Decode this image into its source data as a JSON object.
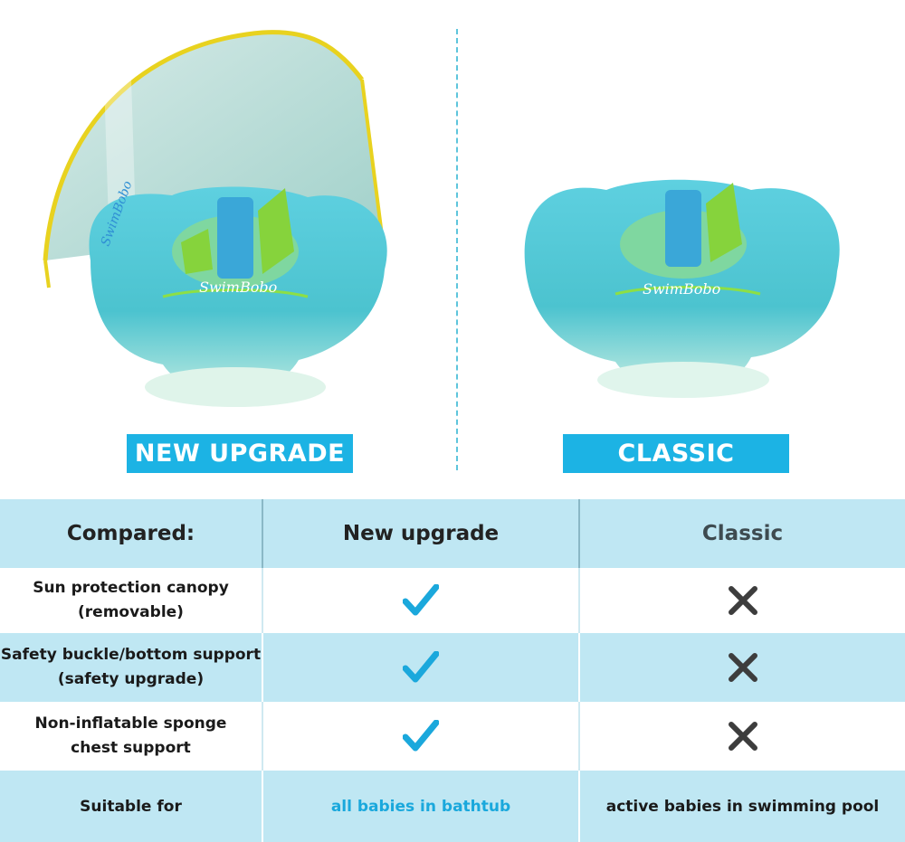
{
  "labels": {
    "left": "NEW UPGRADE",
    "right": "CLASSIC"
  },
  "brand": {
    "float_logo": "SwimBobo",
    "float_text_ring": "SwimBobo"
  },
  "colors": {
    "accent": "#1cb3e4",
    "row_blue": "#bfe7f3",
    "check": "#1ba8dc",
    "cross": "#3d3d3d"
  },
  "table": {
    "headers": [
      "Compared:",
      "New upgrade",
      "Classic"
    ],
    "rows": [
      {
        "feature_line1": "Sun protection canopy",
        "feature_line2": "(removable)",
        "new": "check-icon",
        "classic": "cross-icon"
      },
      {
        "feature_line1": "Safety buckle/bottom support",
        "feature_line2": "(safety upgrade)",
        "new": "check-icon",
        "classic": "cross-icon"
      },
      {
        "feature_line1": "Non-inflatable sponge",
        "feature_line2": "chest support",
        "new": "check-icon",
        "classic": "cross-icon"
      }
    ],
    "suitable": {
      "label": "Suitable for",
      "new": "all babies in bathtub",
      "classic": "active babies in swimming pool"
    }
  }
}
